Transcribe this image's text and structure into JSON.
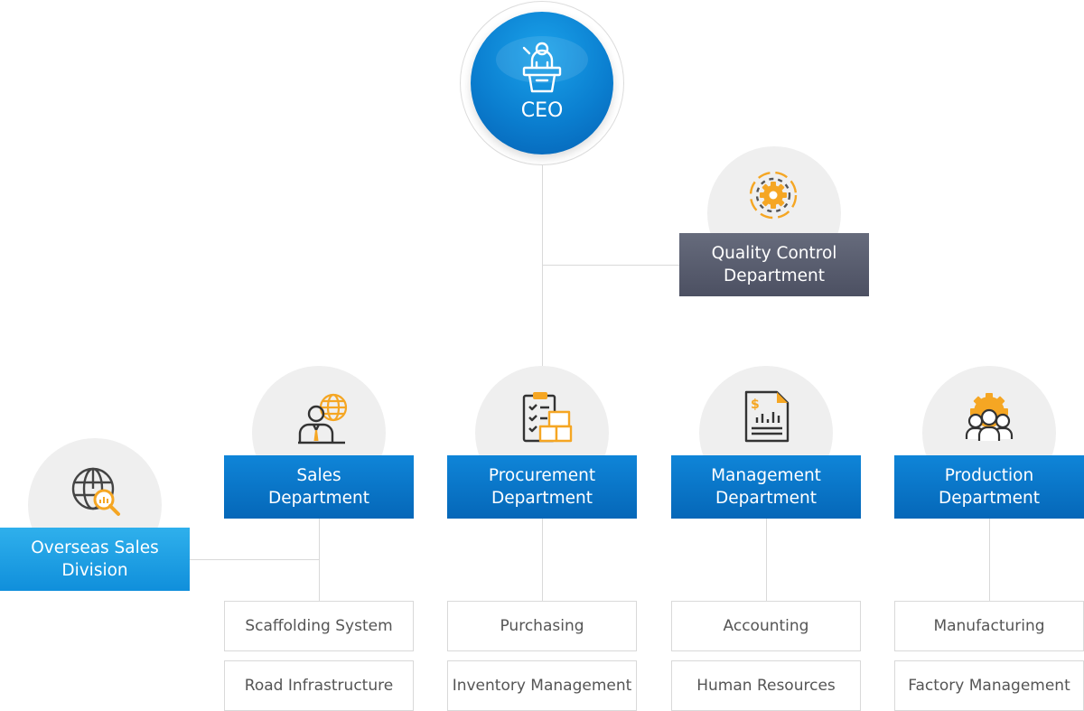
{
  "ceo": {
    "label": "CEO",
    "icon": "podium-speaker-icon"
  },
  "quality": {
    "line1": "Quality Control",
    "line2": "Department",
    "icon": "gear-dashed-icon"
  },
  "overseas": {
    "line1": "Overseas Sales",
    "line2": "Division",
    "icon": "globe-search-icon"
  },
  "departments": [
    {
      "line1": "Sales",
      "line2": "Department",
      "icon": "businessman-globe-icon",
      "subs": [
        "Scaffolding System",
        "Road Infrastructure"
      ]
    },
    {
      "line1": "Procurement",
      "line2": "Department",
      "icon": "clipboard-boxes-icon",
      "subs": [
        "Purchasing",
        "Inventory Management"
      ]
    },
    {
      "line1": "Management",
      "line2": "Department",
      "icon": "financial-report-icon",
      "subs": [
        "Accounting",
        "Human Resources"
      ]
    },
    {
      "line1": "Production",
      "line2": "Department",
      "icon": "team-gear-icon",
      "subs": [
        "Manufacturing",
        "Factory Management"
      ]
    }
  ],
  "colors": {
    "blue": "#0b7fd0",
    "light_blue": "#1a9fe4",
    "gray": "#55596b",
    "orange": "#f5a623",
    "icon_dark": "#333333"
  }
}
